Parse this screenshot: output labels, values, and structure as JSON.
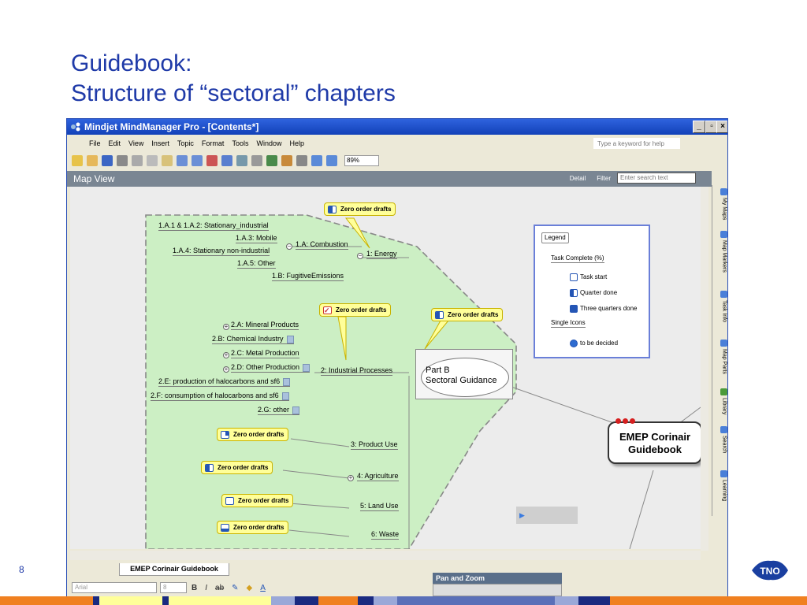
{
  "slide": {
    "title_line1": "Guidebook:",
    "title_line2": "Structure of “sectoral” chapters",
    "page_number": "8"
  },
  "window": {
    "title": "Mindjet MindManager Pro - [Contents*]"
  },
  "menu": {
    "items": [
      "File",
      "Edit",
      "View",
      "Insert",
      "Topic",
      "Format",
      "Tools",
      "Window",
      "Help"
    ],
    "help_placeholder": "Type a keyword for help"
  },
  "toolbar": {
    "zoom": "89%"
  },
  "mapview": {
    "title": "Map View",
    "detail_label": "Detail",
    "filter_label": "Filter",
    "search_placeholder": "Enter search text"
  },
  "map": {
    "central_topic_line1": "EMEP Corinair",
    "central_topic_line2": "Guidebook",
    "partb_line1": "Part B",
    "partb_line2": "Sectoral Guidance",
    "energy": {
      "label": "1: Energy",
      "combustion": "1.A: Combustion",
      "items": [
        "1.A.1 & 1.A.2: Stationary_industrial",
        "1.A.3: Mobile",
        "1.A.4: Stationary non-industrial",
        "1.A.5: Other"
      ],
      "fugitive": "1.B: FugitiveEmissions"
    },
    "industrial": {
      "label": "2: Industrial Processes",
      "items": [
        "2.A: Mineral Products",
        "2.B: Chemical Industry",
        "2.C: Metal Production",
        "2.D: Other Production",
        "2.E: production of halocarbons and sf6",
        "2.F: consumption of halocarbons and sf6",
        "2.G: other"
      ]
    },
    "sectors": [
      "3: Product Use",
      "4: Agriculture",
      "5: Land Use",
      "6: Waste"
    ],
    "callout_label": "Zero order drafts"
  },
  "legend": {
    "title": "Legend",
    "task_complete": "Task Complete (%)",
    "task_start": "Task start",
    "quarter_done": "Quarter done",
    "three_quarters": "Three quarters done",
    "single_icons": "Single Icons",
    "to_be_decided": "to be decided"
  },
  "side_tabs": [
    "My Maps",
    "Map Markers",
    "Task Info",
    "Map Parts",
    "Library",
    "Search",
    "Learning"
  ],
  "doc_tab": "EMEP Corinair Guidebook",
  "pan_zoom": "Pan and Zoom",
  "format_bar": {
    "font": "Arial",
    "size": "8"
  },
  "colors": {
    "title_blue": "#1f3aa8",
    "titlebar_blue": "#1241b8",
    "callout_yellow": "#ffff99",
    "branch_green": "#ccefc4",
    "stripe_orange": "#f08020",
    "stripe_navy": "#1a2a80"
  }
}
